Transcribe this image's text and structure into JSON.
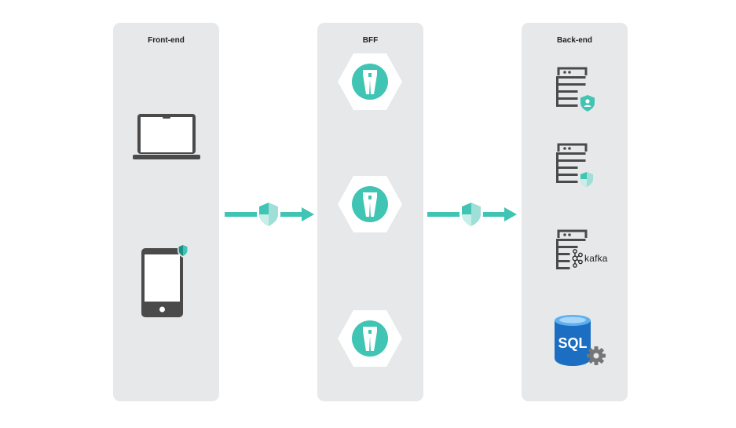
{
  "panels": {
    "frontend": {
      "title": "Front-end"
    },
    "bff": {
      "title": "BFF"
    },
    "backend": {
      "title": "Back-end"
    }
  },
  "backend": {
    "kafka_label": "kafka",
    "sql_label": "SQL"
  },
  "icons": {
    "laptop": "laptop-icon",
    "mobile": "mobile-phone-icon",
    "gateway": "api-gateway-icon",
    "server": "server-icon",
    "shield": "shield-icon",
    "database": "sql-database-icon",
    "gear": "gear-icon"
  },
  "colors": {
    "panel": "#e6e8e9",
    "accent": "#40c4b4",
    "accent_dark": "#1e8f86",
    "device": "#4a4a4a",
    "sql_blue": "#1b6ec2",
    "gear": "#767676"
  }
}
